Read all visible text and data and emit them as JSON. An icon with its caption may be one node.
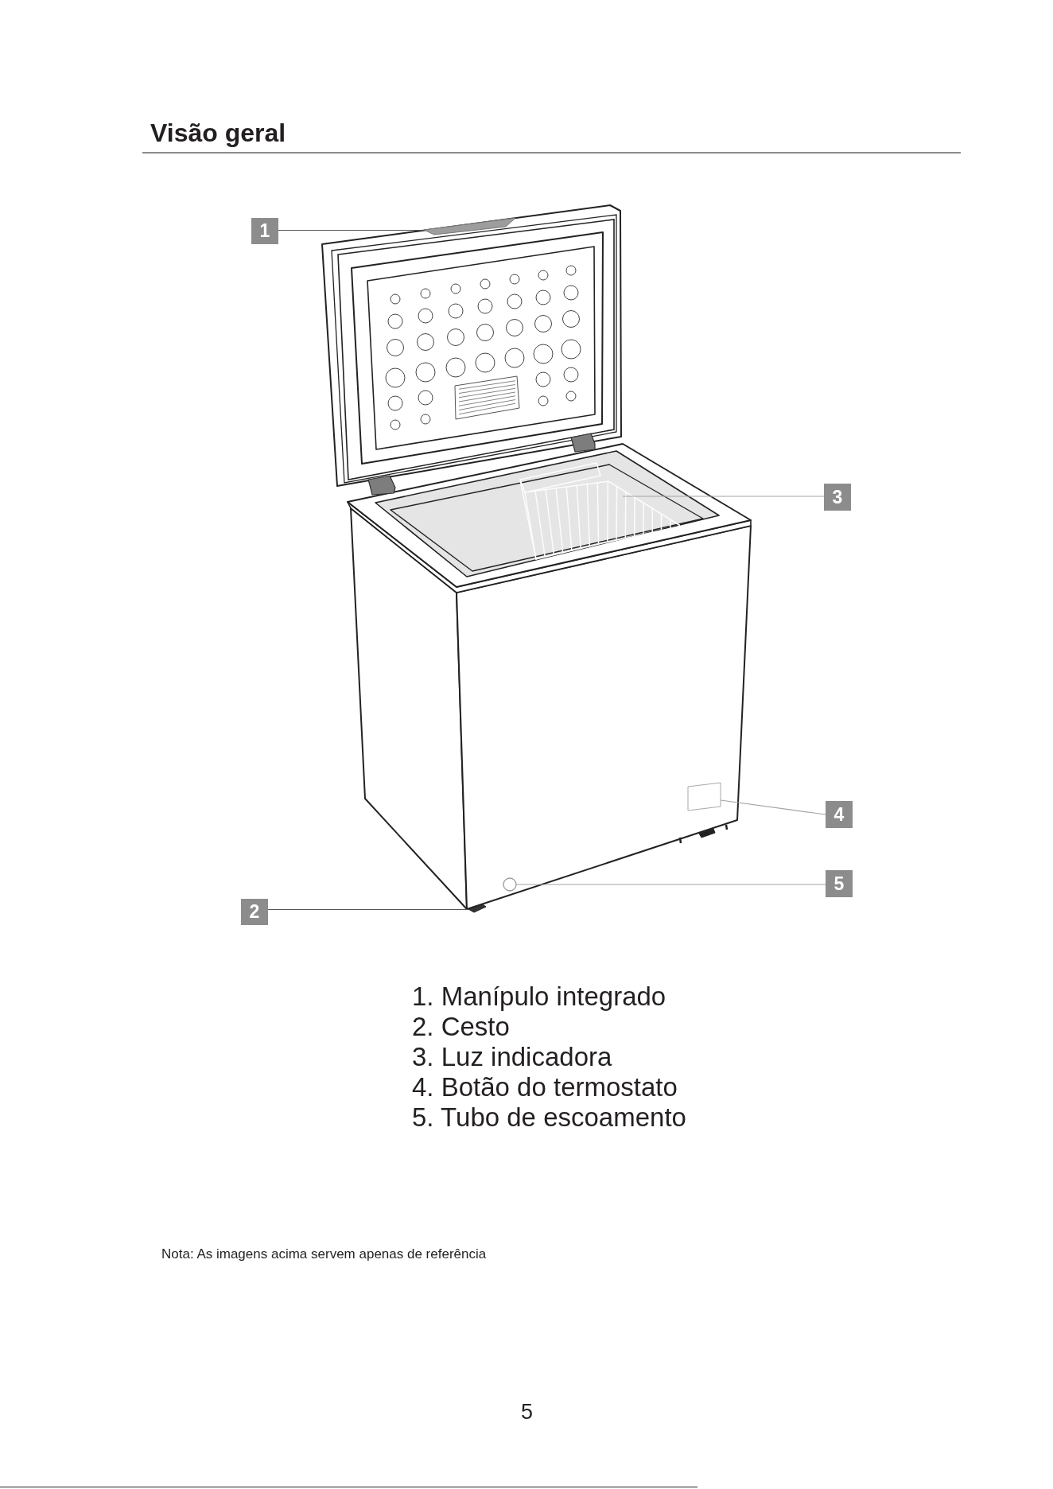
{
  "diagram": {
    "title": "Visão geral",
    "nodes": [
      {
        "text": [
          "1"
        ]
      },
      {
        "text": [],
        "shape": "bar"
      },
      {
        "text": [
          "2"
        ]
      },
      {
        "text": [],
        "shape": "box"
      },
      {
        "text": [
          "3"
        ]
      },
      {
        "text": [],
        "shape": "picture"
      },
      {
        "text": [
          "4"
        ]
      },
      {
        "text": [],
        "shape": "box"
      },
      {
        "text": [
          "5"
        ]
      },
      {
        "text": [],
        "shape": "circle"
      }
    ],
    "edges": [
      {
        "from": 0,
        "to": 1,
        "arrow": "none",
        "color": "#555555"
      },
      {
        "from": 2,
        "to": 3,
        "arrow": "none",
        "color": "#555555"
      },
      {
        "from": 4,
        "to": 5,
        "arrow": "none"
      },
      {
        "from": 6,
        "to": 7,
        "arrow": "none"
      },
      {
        "from": 8,
        "to": 9,
        "arrow": "none"
      }
    ],
    "labels": [
      "1. Manípulo integrado",
      "2. Cesto",
      "3. Luz indicadora",
      "4. Botão do termostato",
      "5. Tubo de escoamento",
      "Nota: As imagens acima servem apenas de referência",
      "5"
    ]
  }
}
